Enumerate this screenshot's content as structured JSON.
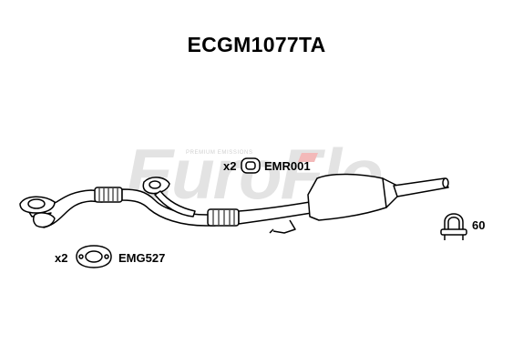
{
  "title": "ECGM1077TA",
  "watermark": {
    "brand": "EuroFlo",
    "tagline": "PREMIUM EMISSIONS"
  },
  "parts": [
    {
      "qty": "x2",
      "code": "EMR001",
      "icon": "rubber-hanger-icon"
    },
    {
      "qty": "",
      "code": "60",
      "icon": "u-bolt-clamp-icon"
    },
    {
      "qty": "x2",
      "code": "EMG527",
      "icon": "flange-gasket-icon"
    }
  ],
  "colors": {
    "accent": "#e30613",
    "line": "#000000",
    "watermark": "#e3e3e3"
  }
}
